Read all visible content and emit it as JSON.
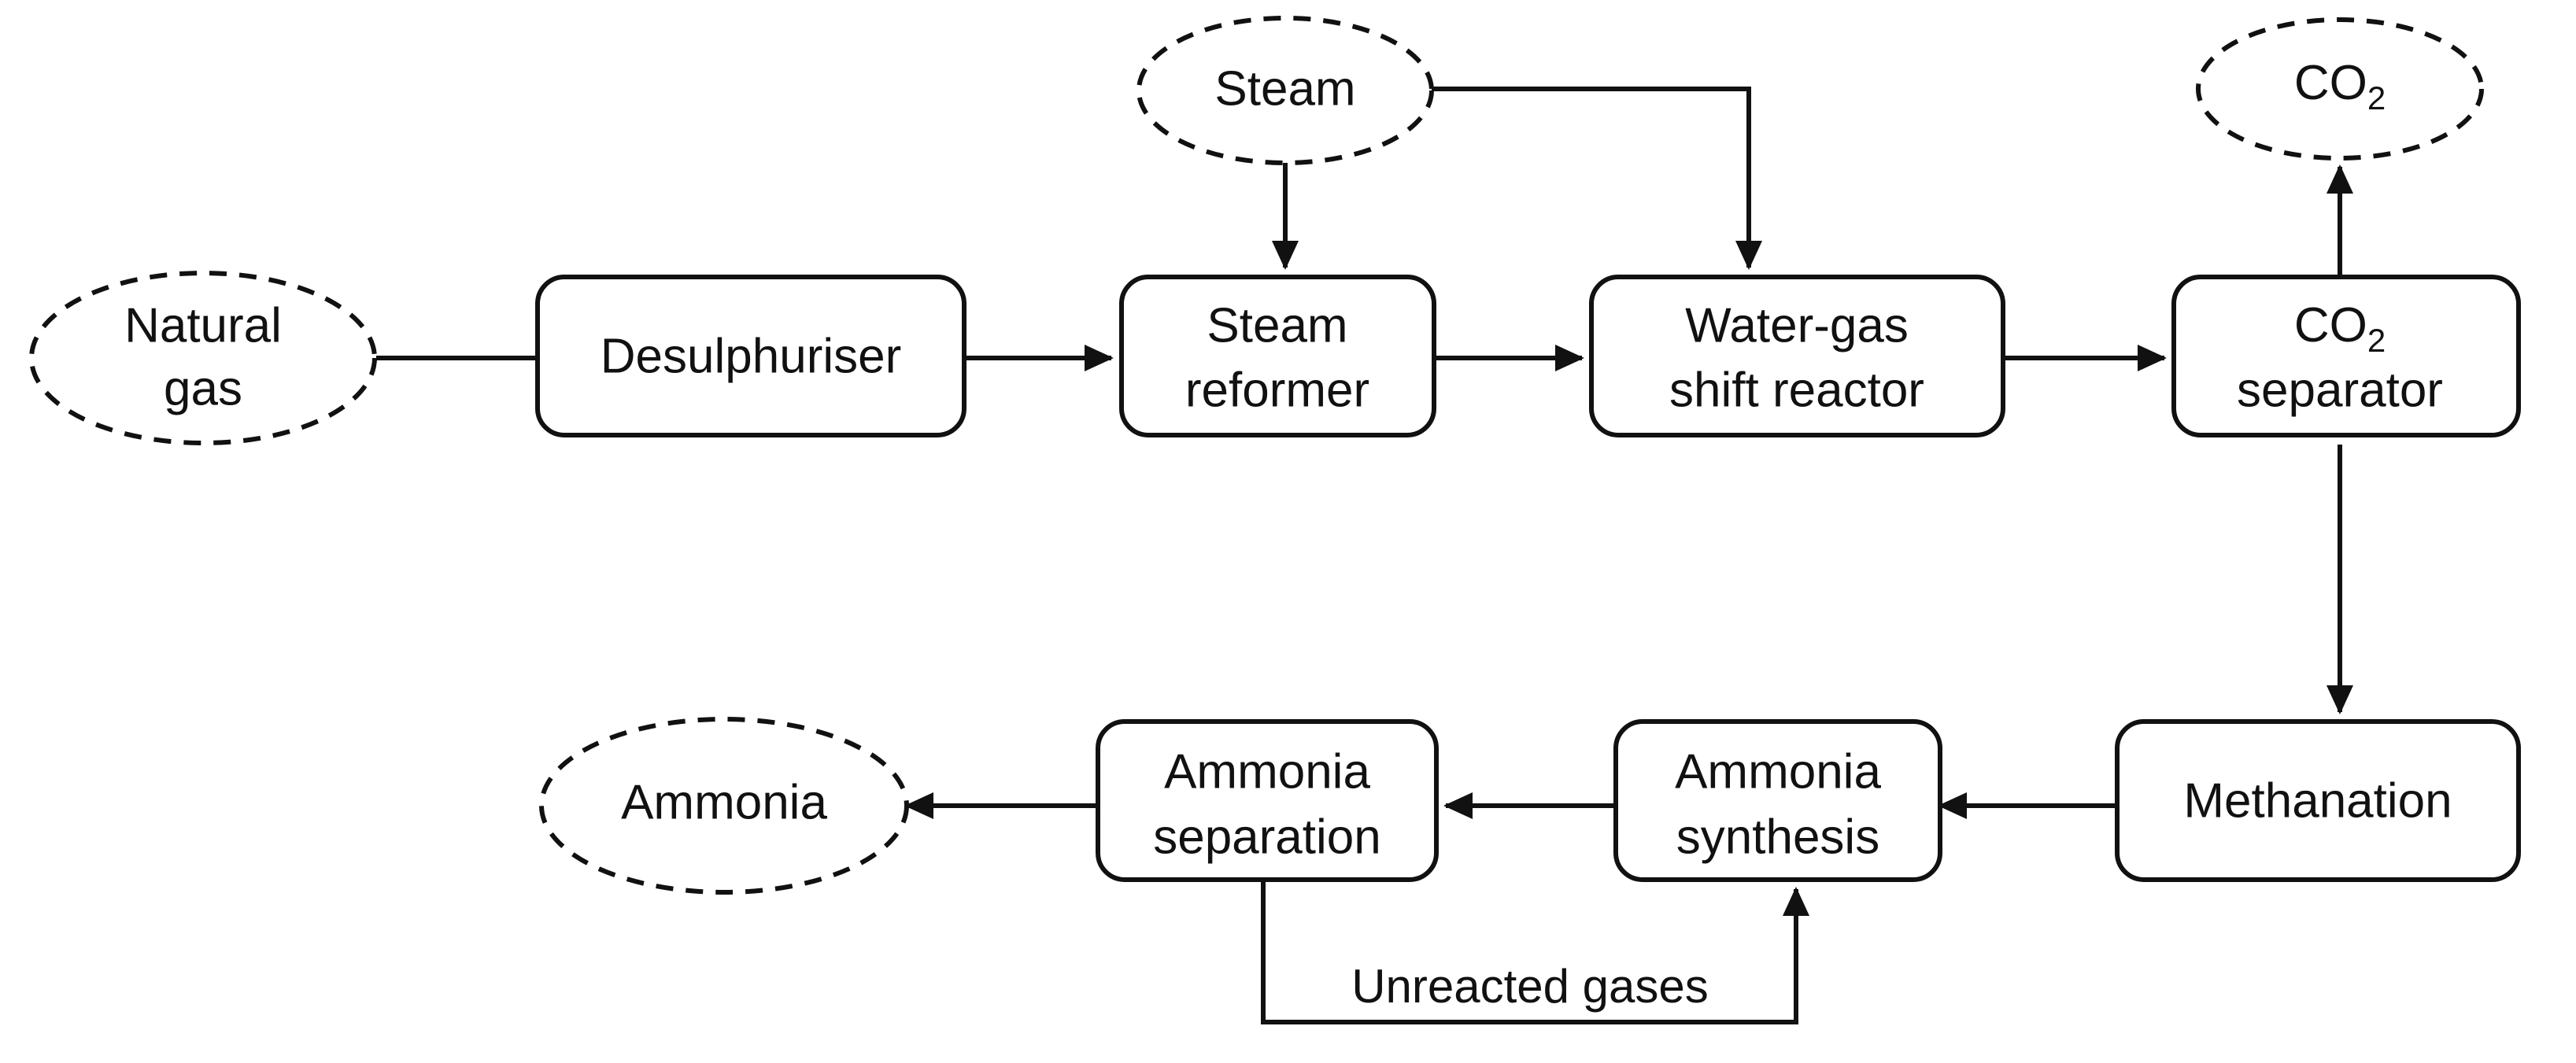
{
  "diagram": {
    "title": "Ammonia production process flow diagram",
    "background_color": "#ffffff",
    "line_color": "#111111",
    "node_fill_color": "#ffffff"
  },
  "nodes": {
    "natural_gas": {
      "label": "Natural gas",
      "line1": "Natural",
      "line2": "gas",
      "shape": "ellipse-dashed",
      "kind": "stream"
    },
    "desulphuriser": {
      "label": "Desulphuriser",
      "line1": "Desulphuriser",
      "line2": "",
      "shape": "rounded-rect",
      "kind": "process"
    },
    "steam": {
      "label": "Steam",
      "line1": "Steam",
      "line2": "",
      "shape": "ellipse-dashed",
      "kind": "stream"
    },
    "steam_reformer": {
      "label": "Steam reformer",
      "line1": "Steam",
      "line2": "reformer",
      "shape": "rounded-rect",
      "kind": "process"
    },
    "water_gas_shift_reactor": {
      "label": "Water-gas shift reactor",
      "line1": "Water-gas",
      "line2": "shift reactor",
      "shape": "rounded-rect",
      "kind": "process"
    },
    "co2_separator": {
      "label": "CO2 separator",
      "line1_main": "CO",
      "line1_sub": "2",
      "line2": "separator",
      "shape": "rounded-rect",
      "kind": "process"
    },
    "co2_product": {
      "label": "CO2",
      "line1_main": "CO",
      "line1_sub": "2",
      "shape": "ellipse-dashed",
      "kind": "stream"
    },
    "methanation": {
      "label": "Methanation",
      "line1": "Methanation",
      "line2": "",
      "shape": "rounded-rect",
      "kind": "process"
    },
    "ammonia_synthesis": {
      "label": "Ammonia synthesis",
      "line1": "Ammonia",
      "line2": "synthesis",
      "shape": "rounded-rect",
      "kind": "process"
    },
    "ammonia_separation": {
      "label": "Ammonia separation",
      "line1": "Ammonia",
      "line2": "separation",
      "shape": "rounded-rect",
      "kind": "process"
    },
    "ammonia_product": {
      "label": "Ammonia",
      "line1": "Ammonia",
      "line2": "",
      "shape": "ellipse-dashed",
      "kind": "stream"
    }
  },
  "edges": {
    "natural_gas_to_desulphuriser": {
      "label": "",
      "from": "natural_gas",
      "to": "desulphuriser"
    },
    "desulphuriser_to_steam_reformer": {
      "label": "",
      "from": "desulphuriser",
      "to": "steam_reformer"
    },
    "steam_to_steam_reformer": {
      "label": "",
      "from": "steam",
      "to": "steam_reformer"
    },
    "steam_to_water_gas_shift": {
      "label": "",
      "from": "steam",
      "to": "water_gas_shift_reactor"
    },
    "steam_reformer_to_water_gas_shift": {
      "label": "",
      "from": "steam_reformer",
      "to": "water_gas_shift_reactor"
    },
    "water_gas_shift_to_co2_separator": {
      "label": "",
      "from": "water_gas_shift_reactor",
      "to": "co2_separator"
    },
    "co2_separator_to_co2_product": {
      "label": "",
      "from": "co2_separator",
      "to": "co2_product"
    },
    "co2_separator_to_methanation": {
      "label": "",
      "from": "co2_separator",
      "to": "methanation"
    },
    "methanation_to_ammonia_synthesis": {
      "label": "",
      "from": "methanation",
      "to": "ammonia_synthesis"
    },
    "ammonia_synthesis_to_ammonia_separation": {
      "label": "",
      "from": "ammonia_synthesis",
      "to": "ammonia_separation"
    },
    "ammonia_separation_to_ammonia_product": {
      "label": "",
      "from": "ammonia_separation",
      "to": "ammonia_product"
    },
    "recycle_unreacted_gases": {
      "label": "Unreacted gases",
      "from": "ammonia_separation",
      "to": "ammonia_synthesis"
    }
  }
}
